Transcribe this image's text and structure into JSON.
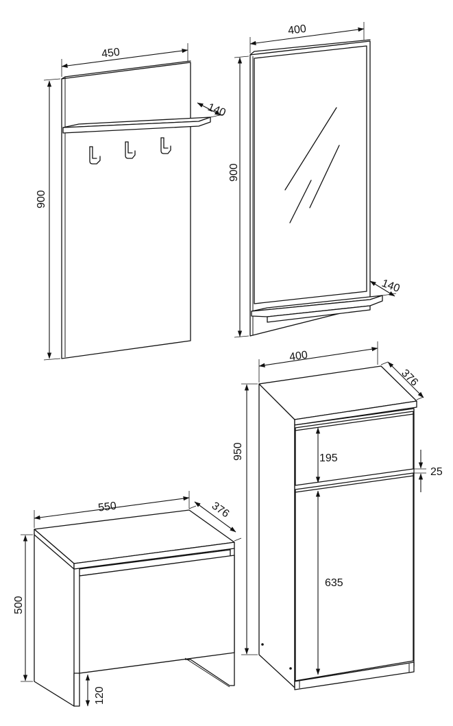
{
  "colors": {
    "line": "#111111",
    "background": "#ffffff"
  },
  "coat_rack": {
    "width": "450",
    "height": "900",
    "shelf_depth": "140",
    "hooks": 3
  },
  "mirror": {
    "width": "400",
    "height": "900",
    "shelf_depth": "140"
  },
  "bench": {
    "width": "550",
    "depth": "376",
    "height": "500",
    "leg_height": "120"
  },
  "cabinet": {
    "width": "400",
    "depth": "376",
    "height": "950",
    "drawer_height": "195",
    "gap": "25",
    "door_height": "635"
  }
}
